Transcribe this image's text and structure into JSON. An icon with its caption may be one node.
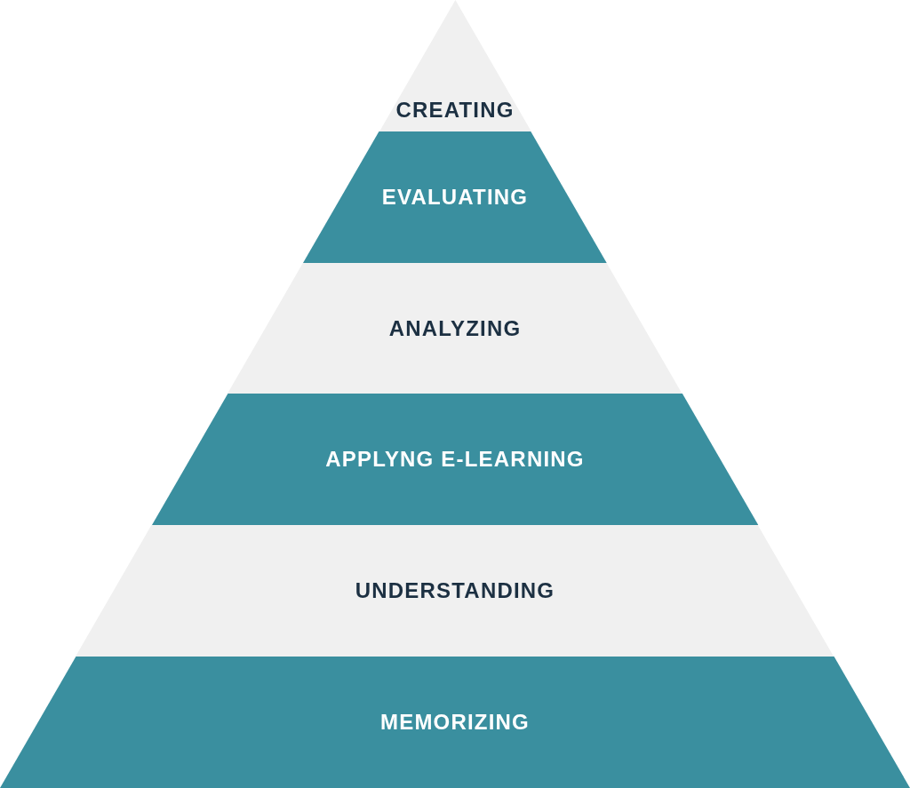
{
  "diagram": {
    "nodes": [
      {
        "text": [
          "CREATING"
        ]
      },
      {
        "text": [
          "EVALUATING"
        ]
      },
      {
        "text": [
          "ANALYZING"
        ]
      },
      {
        "text": [
          "APPLYNG E-LEARNING"
        ]
      },
      {
        "text": [
          "UNDERSTANDING"
        ]
      },
      {
        "text": [
          "MEMORIZING"
        ]
      }
    ]
  }
}
